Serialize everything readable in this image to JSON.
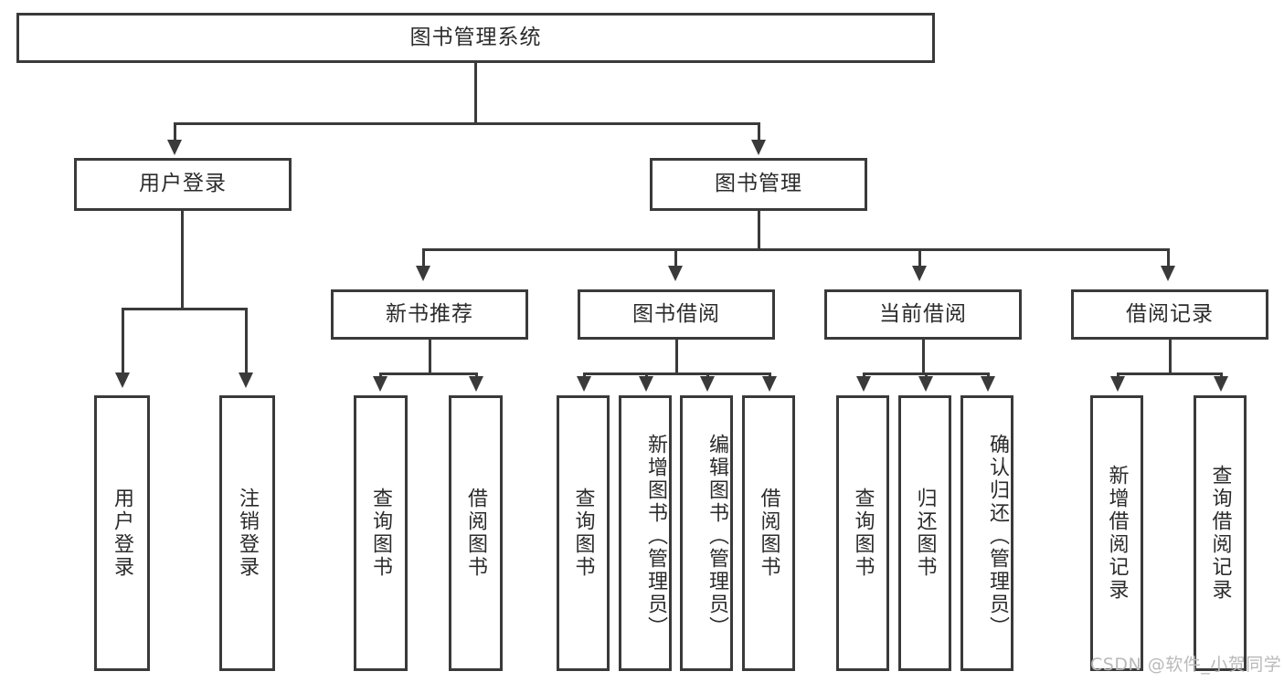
{
  "diagram": {
    "title": "图书管理系统",
    "type": "tree-hierarchy-diagram",
    "root": {
      "label": "图书管理系统"
    },
    "level2": [
      {
        "label": "用户登录"
      },
      {
        "label": "图书管理"
      }
    ],
    "level3": [
      {
        "label": "新书推荐"
      },
      {
        "label": "图书借阅"
      },
      {
        "label": "当前借阅"
      },
      {
        "label": "借阅记录"
      }
    ],
    "leaves": {
      "user_login": [
        {
          "label": "用户登录"
        },
        {
          "label": "注销登录"
        }
      ],
      "new_book_recommend": [
        {
          "label": "查询图书"
        },
        {
          "label": "借阅图书"
        }
      ],
      "book_borrow": [
        {
          "label": "查询图书"
        },
        {
          "label": "新增图书（管理员）"
        },
        {
          "label": "编辑图书（管理员）"
        },
        {
          "label": "借阅图书"
        }
      ],
      "current_borrow": [
        {
          "label": "查询图书"
        },
        {
          "label": "归还图书"
        },
        {
          "label": "确认归还（管理员）"
        }
      ],
      "borrow_record": [
        {
          "label": "新增借阅记录"
        },
        {
          "label": "查询借阅记录"
        }
      ]
    },
    "watermark": "CSDN @软件_小贺同学",
    "colors": {
      "stroke": "#3a3a3a",
      "text": "#2b2b2b",
      "background": "#ffffff",
      "watermark": "#b9b9b9"
    }
  }
}
